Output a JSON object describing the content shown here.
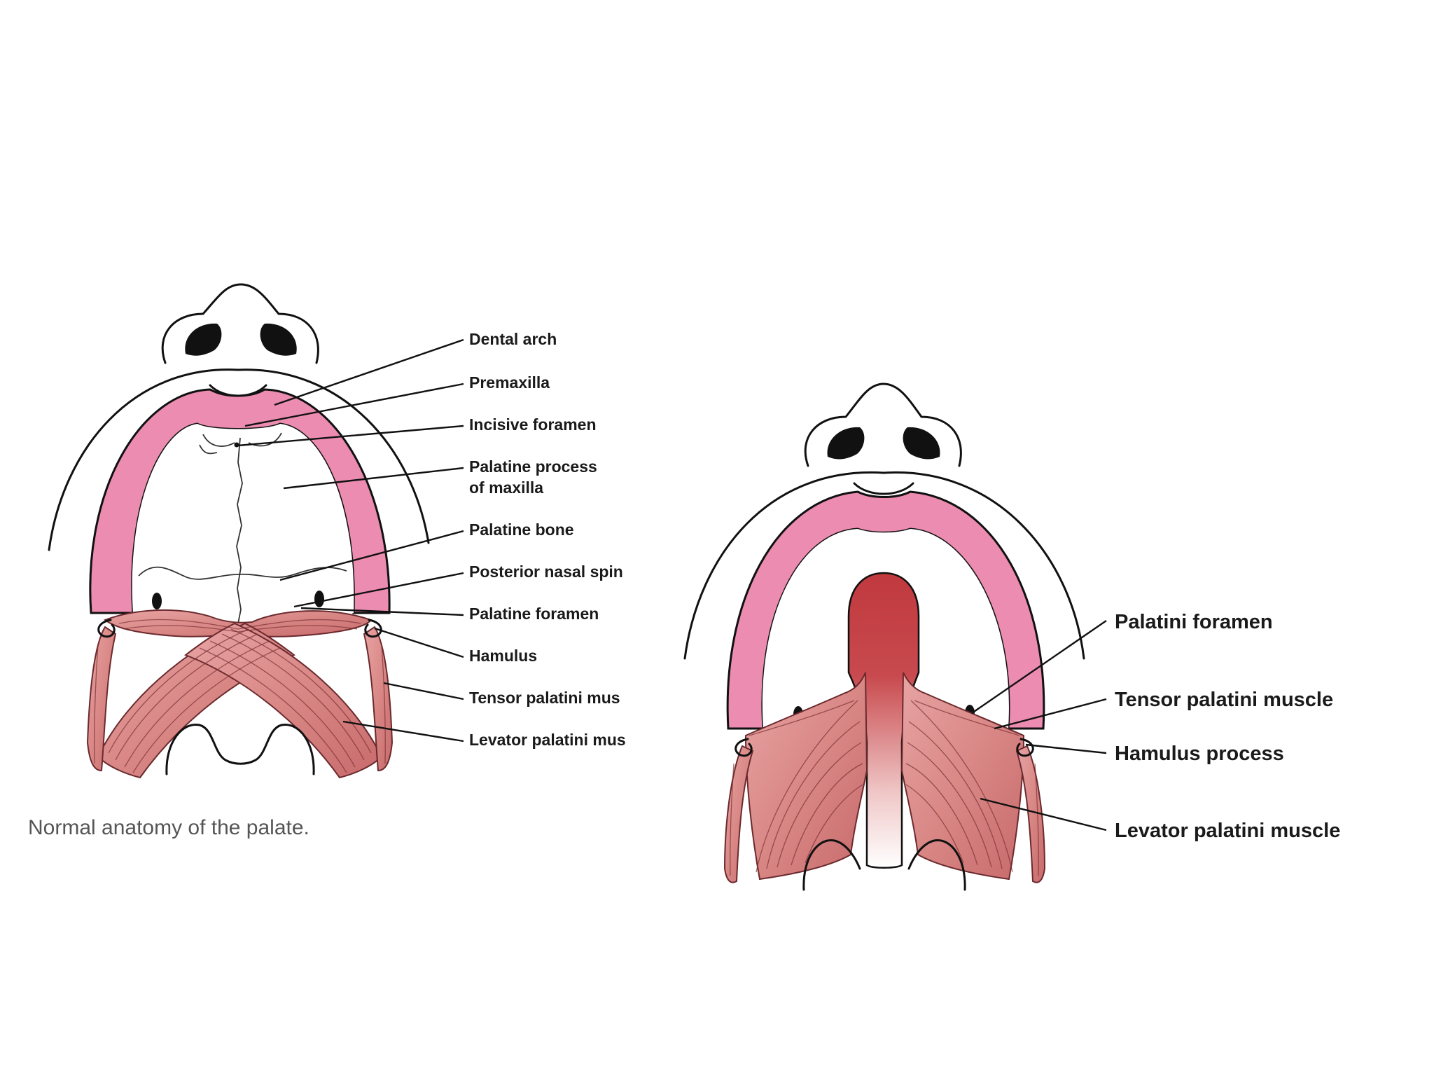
{
  "colors": {
    "background": "#ffffff",
    "pink_arch": "#ec8cb0",
    "muscle": "#d98886",
    "muscle_fiber": "#7a2f33",
    "cleft_dark": "#c0393e",
    "cleft_light": "#f8e6e6",
    "outline": "#111111",
    "caption_text": "#555555"
  },
  "left_panel": {
    "labels": [
      "Dental arch",
      "Premaxilla",
      "Incisive foramen",
      "Palatine process",
      "of maxilla",
      "Palatine bone",
      "Posterior nasal spin",
      "Palatine foramen",
      "Hamulus",
      "Tensor palatini mus",
      "Levator palatini mus"
    ],
    "caption": "Normal anatomy of the palate."
  },
  "right_panel": {
    "labels": [
      "Palatini foramen",
      "Tensor palatini muscle",
      "Hamulus process",
      "Levator palatini muscle"
    ]
  }
}
